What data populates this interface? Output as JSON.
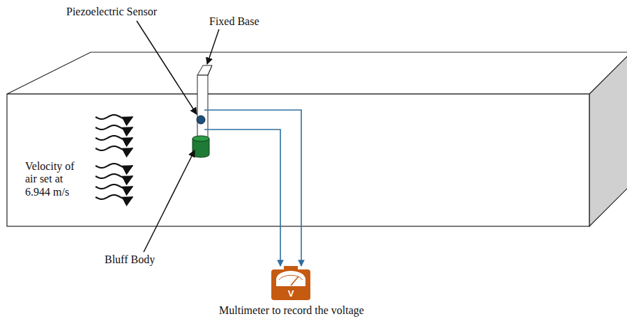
{
  "diagram": {
    "nodes": [
      {
        "text": [
          "V"
        ]
      }
    ],
    "edges": [],
    "labels": [
      "Piezoelectric Sensor",
      "Fixed Base",
      "Velocity of air set at 6.944 m/s",
      "Bluff Body",
      "Multimeter to record the voltage"
    ]
  }
}
